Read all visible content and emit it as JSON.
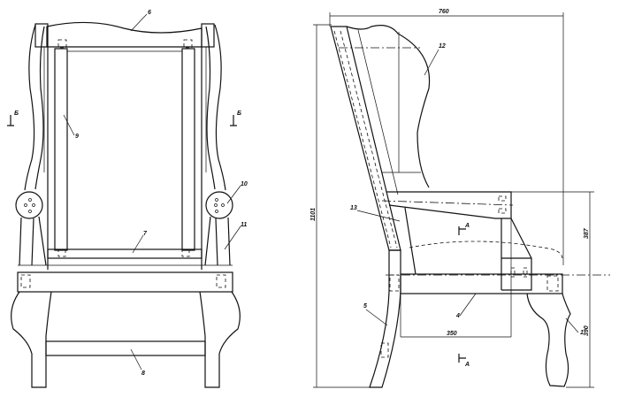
{
  "front_view": {
    "labels": {
      "top_rail": "6",
      "side_slat": "9",
      "armrest_disc": "10",
      "arm_support": "11",
      "seat_rail": "7",
      "stretcher": "8"
    },
    "section_mark": "Б"
  },
  "side_view": {
    "labels": {
      "wing": "12",
      "back_post_part": "13",
      "back_leg": "5",
      "side_rail": "4",
      "front_leg": "1"
    },
    "section_mark": "А",
    "dimensions": {
      "overall_depth": "760",
      "overall_height": "1101",
      "arm_height": "387",
      "seat_height": "390",
      "seat_depth": "350"
    }
  }
}
